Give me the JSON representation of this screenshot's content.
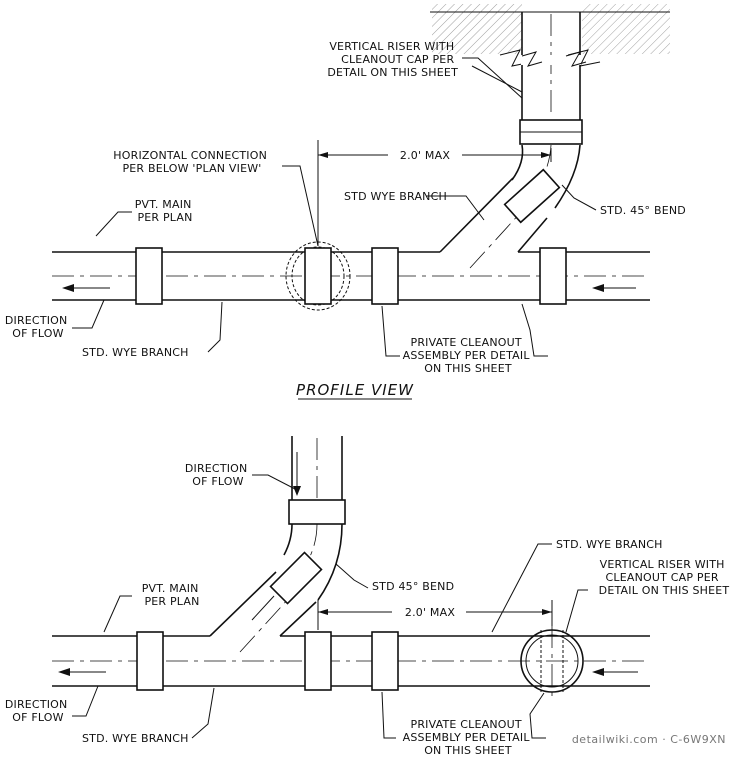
{
  "profile": {
    "title": "PROFILE VIEW",
    "labels": {
      "riser": [
        "VERTICAL RISER WITH",
        "CLEANOUT CAP PER",
        "DETAIL ON THIS SHEET"
      ],
      "horiz": [
        "HORIZONTAL CONNECTION",
        "PER BELOW 'PLAN VIEW'"
      ],
      "dim": "2.0' MAX",
      "wye_top": "STD WYE BRANCH",
      "bend": "STD. 45° BEND",
      "pvt_main": [
        "PVT. MAIN",
        "PER PLAN"
      ],
      "flow": [
        "DIRECTION",
        "OF FLOW"
      ],
      "wye_bottom": "STD. WYE BRANCH",
      "cleanout": [
        "PRIVATE CLEANOUT",
        "ASSEMBLY PER DETAIL",
        "ON THIS SHEET"
      ]
    }
  },
  "plan": {
    "labels": {
      "flow_top": [
        "DIRECTION",
        "OF FLOW"
      ],
      "bend": "STD 45° BEND",
      "wye_top": "STD. WYE BRANCH",
      "riser": [
        "VERTICAL RISER WITH",
        "CLEANOUT CAP PER",
        "DETAIL ON THIS SHEET"
      ],
      "pvt_main": [
        "PVT. MAIN",
        "PER PLAN"
      ],
      "dim": "2.0' MAX",
      "flow": [
        "DIRECTION",
        "OF FLOW"
      ],
      "wye_bottom": "STD. WYE BRANCH",
      "cleanout": [
        "PRIVATE CLEANOUT",
        "ASSEMBLY PER DETAIL",
        "ON THIS SHEET"
      ]
    }
  },
  "watermark": "detailwiki.com · C-6W9XN"
}
